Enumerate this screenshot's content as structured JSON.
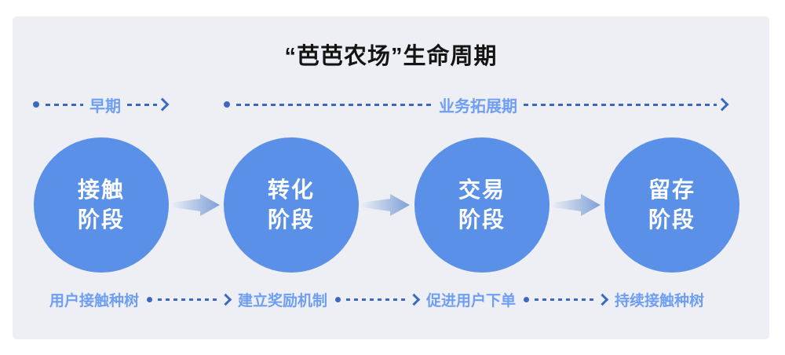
{
  "title": "“芭芭农场”生命周期",
  "phases": [
    {
      "label": "早期"
    },
    {
      "label": "业务拓展期"
    }
  ],
  "stages": [
    {
      "line1": "接触",
      "line2": "阶段"
    },
    {
      "line1": "转化",
      "line2": "阶段"
    },
    {
      "line1": "交易",
      "line2": "阶段"
    },
    {
      "line1": "留存",
      "line2": "阶段"
    }
  ],
  "footnotes": [
    {
      "label": "用户接触种树"
    },
    {
      "label": "建立奖励机制"
    },
    {
      "label": "促进用户下单"
    },
    {
      "label": "持续接触种树"
    }
  ],
  "colors": {
    "panel_bg": "#edeff4",
    "title_color": "#141414",
    "circle_fill": "#5a90e8",
    "accent_light": "#6f9ef2",
    "accent_dark": "#3b69c1",
    "arrow_grad_start": "#e9edf4",
    "arrow_grad_end": "#7fa0d6"
  }
}
